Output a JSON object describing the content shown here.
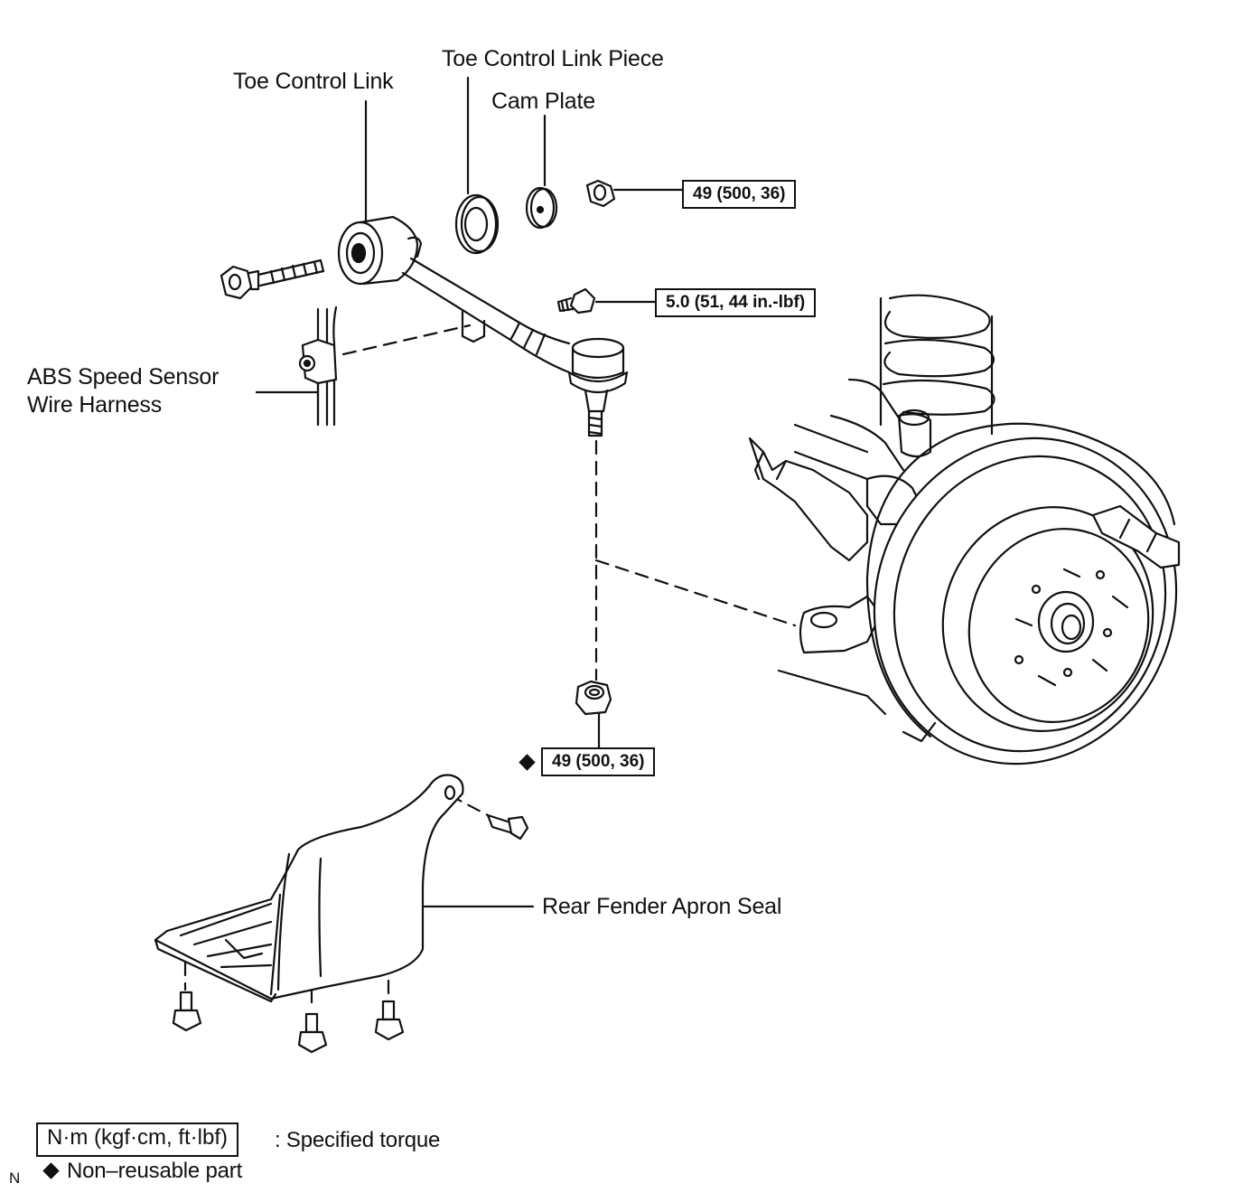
{
  "labels": {
    "toe_control_link": "Toe Control Link",
    "toe_control_link_piece": "Toe Control Link Piece",
    "cam_plate": "Cam Plate",
    "abs_line1": "ABS Speed Sensor",
    "abs_line2": "Wire Harness",
    "rear_fender_apron_seal": "Rear Fender Apron Seal"
  },
  "torques": {
    "cam_nut": "49 (500, 36)",
    "harness_bolt": "5.0 (51, 44 in.-lbf)",
    "ball_joint_nut": "49 (500, 36)"
  },
  "legend": {
    "unit_box": "N·m (kgf·cm, ft·lbf)",
    "specified_torque": ": Specified torque",
    "non_reusable": "Non–reusable part"
  },
  "corner_mark": "N"
}
